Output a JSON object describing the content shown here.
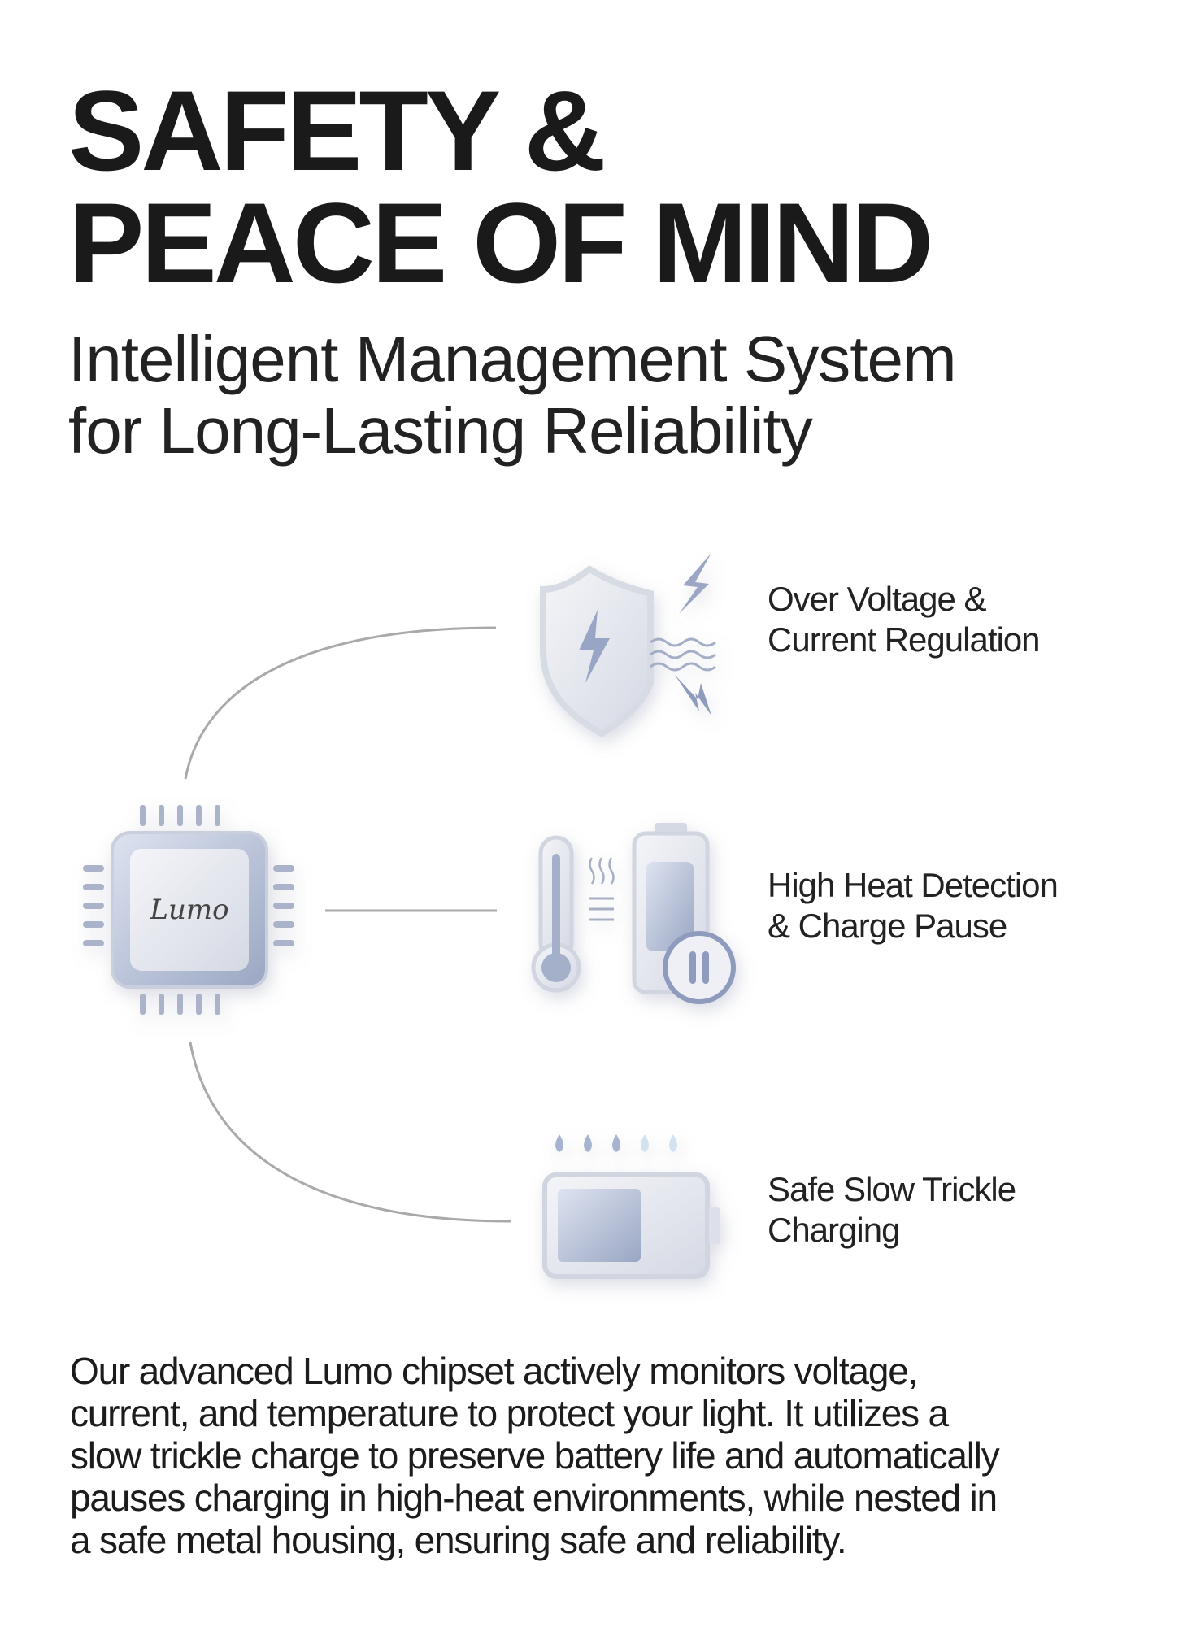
{
  "title": {
    "line1": "SAFETY &",
    "line2": "PEACE OF MIND"
  },
  "subtitle": {
    "line1": "Intelligent Management System",
    "line2": "for Long-Lasting Reliability"
  },
  "chip": {
    "brand": "Lumo"
  },
  "features": [
    {
      "icon": "shield-lightning-icon",
      "line1": "Over Voltage &",
      "line2": "Current Regulation"
    },
    {
      "icon": "thermometer-battery-pause-icon",
      "line1": "High Heat Detection",
      "line2": "& Charge Pause"
    },
    {
      "icon": "trickle-battery-icon",
      "line1": "Safe Slow Trickle",
      "line2": "Charging"
    }
  ],
  "description": {
    "lines": [
      "Our advanced Lumo chipset actively monitors voltage,",
      "current, and temperature to protect your light. It utilizes a",
      "slow trickle charge to preserve battery life and automatically",
      "pauses charging in high-heat environments, while nested in",
      "a safe metal housing, ensuring safe and reliability."
    ]
  },
  "colors": {
    "accent": "#8e9bbd",
    "line": "#a8a8a8",
    "text": "#1b1b1b"
  }
}
